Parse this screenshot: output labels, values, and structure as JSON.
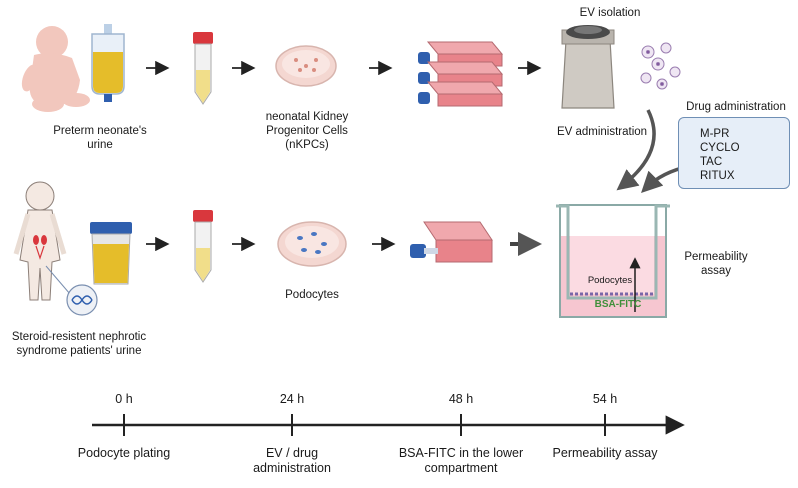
{
  "labels": {
    "preterm": [
      "Preterm neonate's",
      "urine"
    ],
    "nkpc": [
      "neonatal Kidney",
      "Progenitor Cells",
      "(nKPCs)"
    ],
    "ev_isolation": "EV isolation",
    "ev_administration": "EV administration",
    "drug_administration": "Drug administration",
    "podocytes": "Podocytes",
    "srns": [
      "Steroid-resistent nephrotic",
      "syndrome patients' urine"
    ],
    "permeability": [
      "Permeability",
      "assay"
    ],
    "insert_podocytes": "Podocytes",
    "bsa_fitc": "BSA-FITC"
  },
  "drugs": [
    "M-PR",
    "CYCLO",
    "TAC",
    "RITUX"
  ],
  "timeline": {
    "ticks": [
      {
        "time": "0 h",
        "label": [
          "Podocyte plating"
        ]
      },
      {
        "time": "24 h",
        "label": [
          "EV / drug",
          "administration"
        ]
      },
      {
        "time": "48 h",
        "label": [
          "BSA-FITC in the lower",
          "compartment"
        ]
      },
      {
        "time": "54 h",
        "label": [
          "Permeability assay"
        ]
      }
    ]
  },
  "colors": {
    "flask": "#e8838a",
    "cap_red": "#d9373d",
    "cap_blue": "#2f5fae",
    "urine": "#e5bd2a",
    "skin": "#f2c7bd",
    "well_pink": "#f6c6d0",
    "fitc_green": "#3f8f3a"
  },
  "icons": [
    "baby-icon",
    "iv-bag-icon",
    "falcon-tube-icon",
    "petri-dish-icon",
    "flask-stack-icon",
    "centrifuge-icon",
    "vesicles-icon",
    "pills-icon",
    "patient-icon",
    "dna-icon",
    "urine-cup-icon",
    "transwell-icon"
  ]
}
